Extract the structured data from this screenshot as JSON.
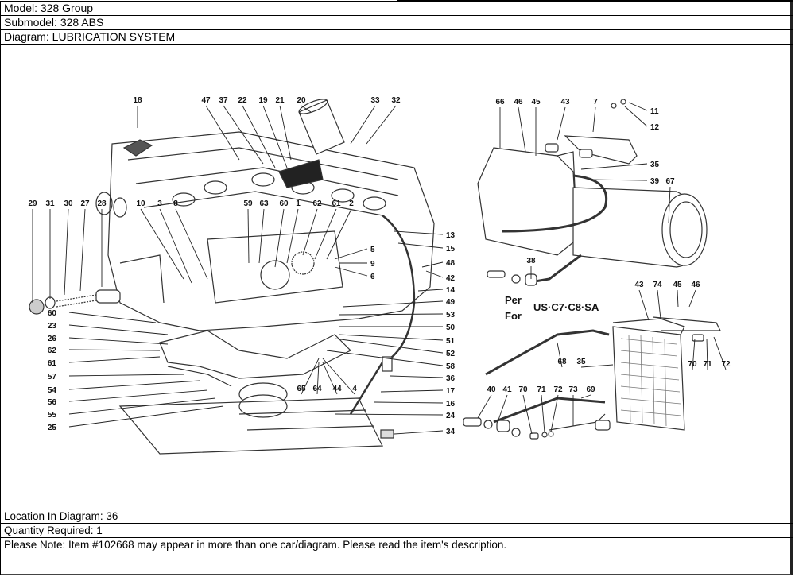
{
  "header": {
    "model": "Model: 328 Group",
    "submodel": "Submodel: 328 ABS",
    "diagram": "Diagram: LUBRICATION SYSTEM"
  },
  "diagram": {
    "title": "LUBRICATION SYSTEM",
    "variant_note": {
      "line1": "Per",
      "line2": "For",
      "markets": "US·C7·C8·SA"
    },
    "callouts": {
      "top_row_left": [
        "18",
        "47",
        "37",
        "22",
        "19",
        "21",
        "20",
        "33",
        "32"
      ],
      "mid_row_left": [
        "29",
        "31",
        "30",
        "27",
        "28",
        "10",
        "3",
        "8",
        "59",
        "63",
        "60",
        "1",
        "62",
        "61",
        "2"
      ],
      "right_column_engine": [
        "13",
        "15",
        "5",
        "9",
        "6",
        "48",
        "42",
        "14",
        "49",
        "53",
        "50",
        "51",
        "52",
        "58",
        "36",
        "17",
        "16",
        "24",
        "34"
      ],
      "left_column_sump": [
        "60",
        "23",
        "26",
        "62",
        "61",
        "57",
        "54",
        "56",
        "55",
        "25"
      ],
      "bottom_row_sump": [
        "65",
        "64",
        "44",
        "4"
      ],
      "top_row_right": [
        "66",
        "46",
        "45",
        "43",
        "7",
        "11",
        "12",
        "35",
        "39",
        "67",
        "38"
      ],
      "cooler_labels": [
        "43",
        "74",
        "45",
        "46",
        "68",
        "35",
        "70",
        "71",
        "72"
      ],
      "bottom_row_right": [
        "40",
        "41",
        "70",
        "71",
        "72",
        "73",
        "69"
      ]
    }
  },
  "footer": {
    "location": "Location In Diagram: 36",
    "quantity": "Quantity Required: 1",
    "note": "Please Note: Item #102668 may appear in more than one car/diagram. Please read the item's description."
  }
}
